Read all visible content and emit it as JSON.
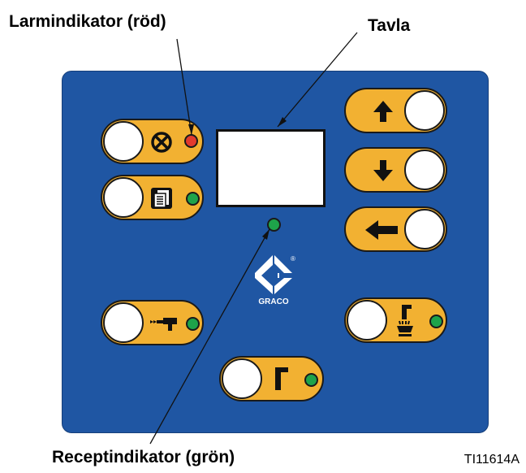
{
  "callouts": {
    "alarm_indicator": "Larmindikator (röd)",
    "display": "Tavla",
    "recipe_indicator": "Receptindikator (grön)"
  },
  "figure_id": "TI11614A",
  "logo": {
    "brand": "GRACO",
    "registered_mark": "®"
  },
  "colors": {
    "panel": "#1f56a3",
    "button_pill": "#f2b132",
    "led_green": "#1ea34a",
    "led_red": "#e23a2e"
  },
  "buttons": {
    "left": [
      {
        "icon": "alarm-reset-icon",
        "led": "red"
      },
      {
        "icon": "recipe-list-icon",
        "led": "green"
      },
      {
        "icon": "spray-gun-icon",
        "led": "green"
      }
    ],
    "right": [
      {
        "icon": "arrow-up-icon"
      },
      {
        "icon": "arrow-down-icon"
      },
      {
        "icon": "enter-icon"
      },
      {
        "icon": "gun-flush-icon",
        "led": "green"
      }
    ],
    "bottom": [
      {
        "icon": "gun-icon",
        "led": "green"
      }
    ]
  }
}
